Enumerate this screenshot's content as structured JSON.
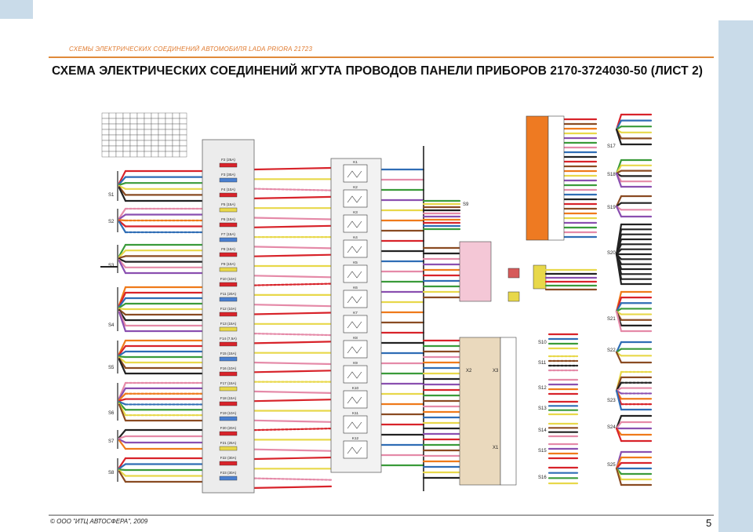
{
  "running_head": "СХЕМЫ ЭЛЕКТРИЧЕСКИХ СОЕДИНЕНИЙ АВТОМОБИЛЯ LADA PRIORA 21723",
  "title": "СХЕМА ЭЛЕКТРИЧЕСКИХ СОЕДИНЕНИЙ ЖГУТА ПРОВОДОВ ПАНЕЛИ ПРИБОРОВ  2170-3724030-50 (ЛИСТ 2)",
  "copyright": "© ООО \"ИТЦ АВТОСФЕРА\", 2009",
  "page_number": "5",
  "colors": {
    "accent_orange": "#e07a2e",
    "side_band": "#c9dbe9",
    "wire_red": "#d8232a",
    "wire_blue": "#2f6db5",
    "wire_green": "#3a9b3a",
    "wire_yellow": "#e8d84a",
    "wire_brown": "#8a4b22",
    "wire_black": "#222222",
    "wire_pink": "#e58aa8",
    "wire_violet": "#8a4fb0",
    "wire_orange": "#ef7a1a",
    "module_orange": "#ee7a22",
    "module_beige": "#ead9bd",
    "panel_gray": "#ececec"
  },
  "diagram": {
    "left_connectors": [
      "S1",
      "S2",
      "S3",
      "S4",
      "S5",
      "S6",
      "S7",
      "S8"
    ],
    "fuses": [
      "F2 (25A)",
      "F3 (30A)",
      "F4 (10A)",
      "F5 (15A)",
      "F6 (10A)",
      "F7 (15A)",
      "F8 (10A)",
      "F9 (10A)",
      "F10 (10A)",
      "F11 (20A)",
      "F12 (10A)",
      "F13 (15A)",
      "F14 (7,5A)",
      "F15 (15A)",
      "F16 (10A)",
      "F17 (15A)",
      "F18 (15A)",
      "F19 (10A)",
      "F20 (20A)",
      "F21 (25A)",
      "F22 (30A)",
      "F23 (30A)"
    ],
    "relays": [
      "K1",
      "K2",
      "K3",
      "K4",
      "K5",
      "K6",
      "K7",
      "K8",
      "K9",
      "K10",
      "K11",
      "K12"
    ],
    "right_connectors": [
      "S17",
      "S18",
      "S19",
      "S20",
      "S21",
      "S22",
      "S23",
      "S24",
      "S25"
    ],
    "mid_connectors": [
      "S9",
      "S10",
      "S11",
      "S12",
      "S13",
      "S14",
      "S15",
      "S16"
    ],
    "module_labels": [
      "X1",
      "X2",
      "X3"
    ]
  }
}
